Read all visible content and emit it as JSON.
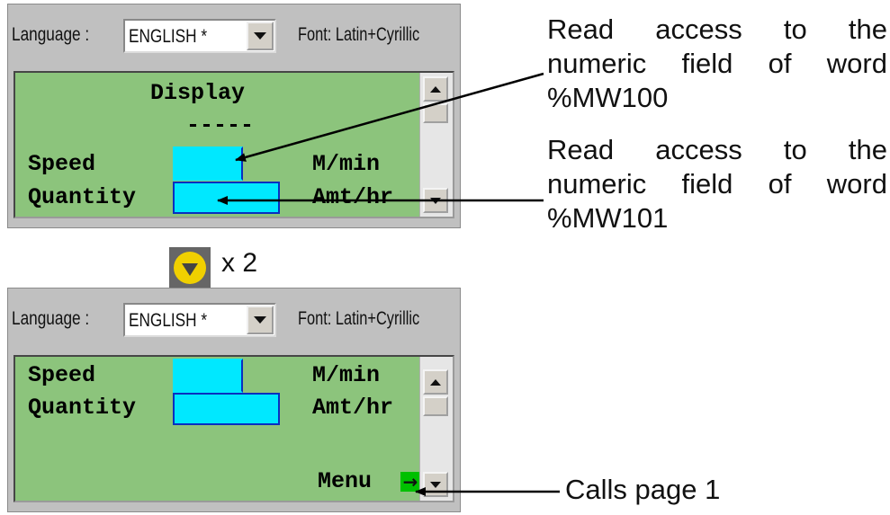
{
  "panels": [
    {
      "toolbar": {
        "language_label": "Language :",
        "language_value": "ENGLISH *",
        "font_label": "Font: Latin+Cyrillic"
      },
      "screen": {
        "title": "Display",
        "separator": "-----",
        "rows": [
          {
            "label": "Speed",
            "unit": "M/min"
          },
          {
            "label": "Quantity",
            "unit": "Amt/hr"
          }
        ]
      }
    },
    {
      "toolbar": {
        "language_label": "Language :",
        "language_value": "ENGLISH *",
        "font_label": "Font: Latin+Cyrillic"
      },
      "screen": {
        "rows": [
          {
            "label": "Speed",
            "unit": "M/min"
          },
          {
            "label": "Quantity",
            "unit": "Amt/hr"
          }
        ],
        "menu_label": "Menu",
        "menu_icon": "→"
      }
    }
  ],
  "between": {
    "key_icon": "down-arrow-key-icon",
    "multiplier": "x 2"
  },
  "annotations": {
    "mw100": {
      "lines": [
        [
          "Read",
          "access",
          "to",
          "the"
        ],
        [
          "numeric",
          "field",
          "of",
          "word"
        ],
        [
          "%MW100"
        ]
      ]
    },
    "mw101": {
      "lines": [
        [
          "Read",
          "access",
          "to",
          "the"
        ],
        [
          "numeric",
          "field",
          "of",
          "word"
        ],
        [
          "%MW101"
        ]
      ]
    },
    "calls": "Calls page 1"
  },
  "colors": {
    "screen_bg": "#8cc47c",
    "field_fill": "#00e8ff",
    "field_border": "#0a2fbf",
    "menu_green": "#00c000",
    "key_yellow": "#f0d000"
  }
}
